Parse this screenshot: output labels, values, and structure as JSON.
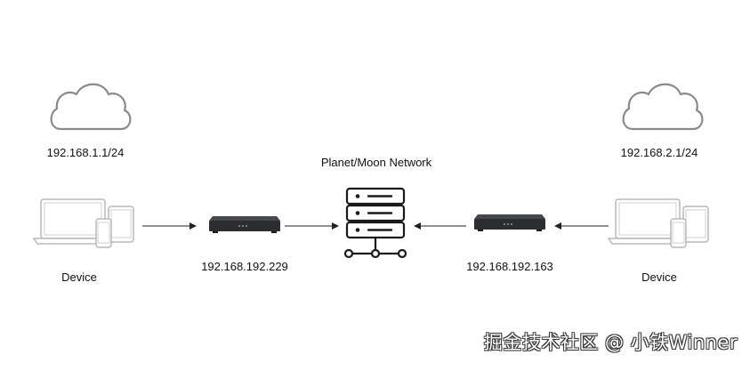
{
  "diagram": {
    "left_subnet": "192.168.1.1/24",
    "right_subnet": "192.168.2.1/24",
    "central_label": "Planet/Moon Network",
    "left_router_ip": "192.168.192.229",
    "right_router_ip": "192.168.192.163",
    "left_device_label": "Device",
    "right_device_label": "Device",
    "watermark": "掘金技术社区 @ 小铁Winner"
  },
  "colors": {
    "stroke": "#1a1a1a",
    "cloud_stroke": "#8a8a8a",
    "device_stroke": "#b8b8b8",
    "router_fill": "#2b2d30",
    "router_top": "#45484c",
    "arrow": "#222222"
  },
  "icons": [
    "cloud-icon",
    "devices-icon",
    "router-icon",
    "server-icon"
  ]
}
